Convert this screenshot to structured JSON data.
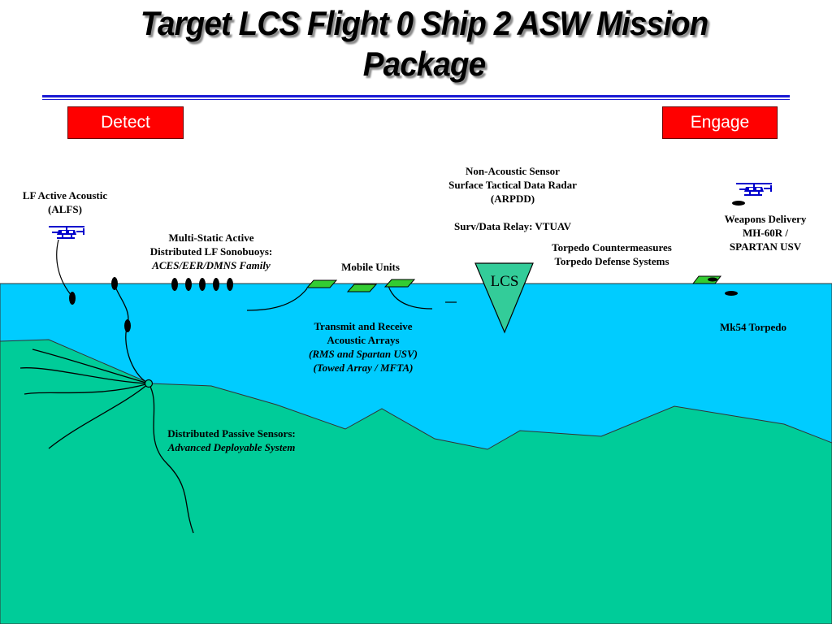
{
  "title": {
    "line1": "Target LCS Flight 0 Ship 2 ASW Mission",
    "line2": "Package"
  },
  "buttons": {
    "detect": "Detect",
    "engage": "Engage"
  },
  "labels": {
    "alfs": {
      "line1": "LF Active Acoustic",
      "line2": "(ALFS)"
    },
    "sonobuoys": {
      "line1": "Multi-Static Active",
      "line2": "Distributed LF Sonobuoys:",
      "line3": "ACES/EER/DMNS Family"
    },
    "mobile_units": "Mobile Units",
    "non_acoustic": {
      "line1": "Non-Acoustic Sensor",
      "line2": "Surface Tactical Data Radar",
      "line3": "(ARPDD)"
    },
    "relay": "Surv/Data Relay:  VTUAV",
    "countermeasures": {
      "line1": "Torpedo Countermeasures",
      "line2": "Torpedo Defense Systems"
    },
    "weapons": {
      "line1": "Weapons Delivery",
      "line2": "MH-60R /",
      "line3": "SPARTAN USV"
    },
    "transmit": {
      "line1": "Transmit and Receive",
      "line2": "Acoustic Arrays",
      "line3": "(RMS and Spartan USV)",
      "line4": "(Towed Array / MFTA)"
    },
    "torpedo": "Mk54 Torpedo",
    "passive": {
      "line1": "Distributed Passive Sensors:",
      "line2": "Advanced Deployable System"
    },
    "lcs": "LCS"
  },
  "colors": {
    "sea": "#00ccff",
    "seabed": "#00cc99",
    "button": "#ff0000",
    "rule": "#1a1ad4",
    "helicopter": "#0000cc",
    "usv": "#33cc33"
  },
  "icons": [
    "helicopter-icon",
    "sonobuoy-icon",
    "usv-icon",
    "ship-icon",
    "torpedo-icon"
  ]
}
